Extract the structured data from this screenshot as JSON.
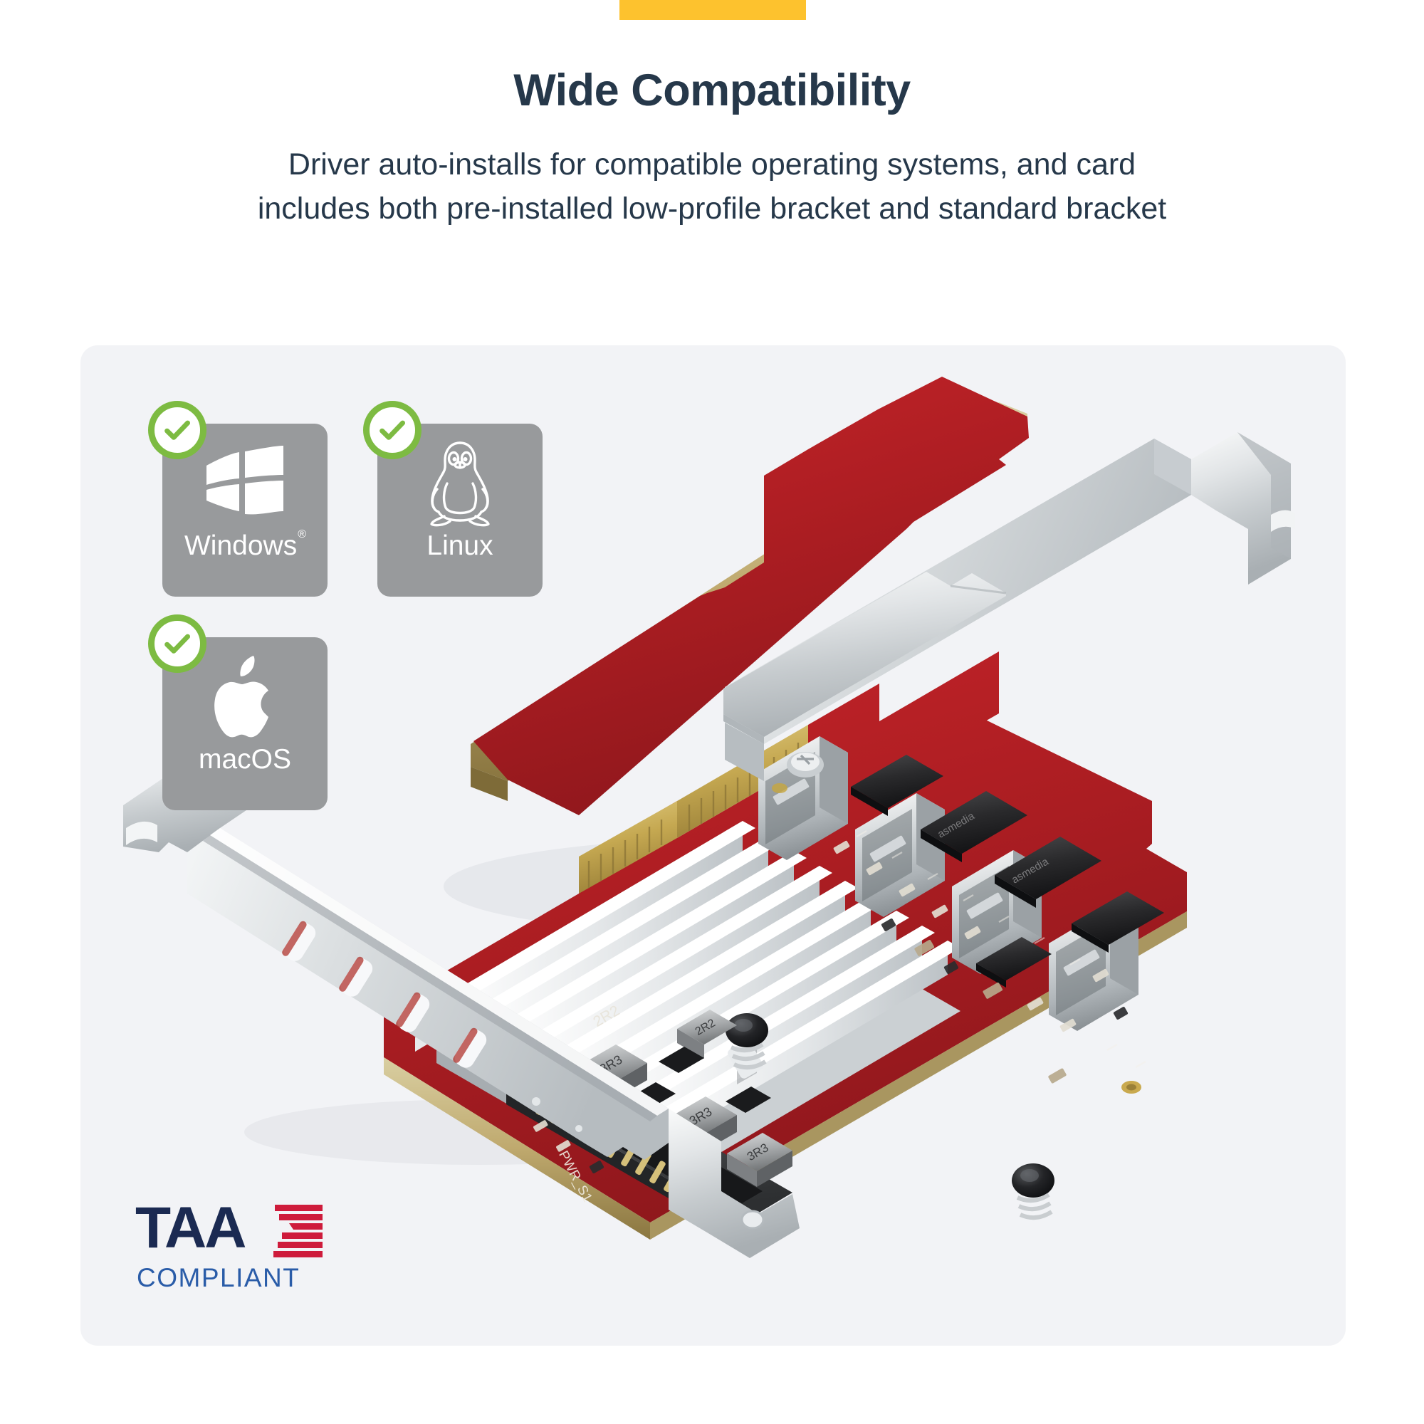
{
  "accent": {
    "color": "#FDC22E"
  },
  "header": {
    "title": "Wide Compatibility",
    "subtitle_line1": "Driver auto-installs for compatible operating systems, and card",
    "subtitle_line2": "includes both pre-installed low-profile bracket and standard bracket",
    "title_color": "#26384A"
  },
  "panel": {
    "background": "#F2F3F6"
  },
  "os_support": {
    "tile_color": "#989A9C",
    "check_color": "#7DBB42",
    "items": [
      {
        "label": "Windows",
        "registered_mark": "®",
        "icon": "windows-logo-icon",
        "supported": true
      },
      {
        "label": "Linux",
        "registered_mark": "",
        "icon": "linux-tux-penguin-icon",
        "supported": true
      },
      {
        "label": "macOS",
        "registered_mark": "",
        "icon": "apple-logo-icon",
        "supported": true
      }
    ]
  },
  "taa_badge": {
    "word": "TAA",
    "subtitle": "COMPLIANT",
    "word_color": "#1B2A52",
    "subtitle_color": "#2A5CA8",
    "stripe_color": "#CE1B3B"
  },
  "product_photo": {
    "alt": "PCIe USB expansion card with four USB-A ports, aluminum heatsink, low-profile bracket attached, and separate standard full-height bracket",
    "pcb_color": "#B41F24",
    "heatsink_color": "#D9DCDE",
    "bracket_color": "#D8DBDD",
    "gold_contact_color": "#C9A94E",
    "silkscreen_labels": [
      "3R3",
      "2R2",
      "3R3",
      "3R3",
      "PWR_S1",
      "asmedia"
    ],
    "usb_port_count": 4
  }
}
